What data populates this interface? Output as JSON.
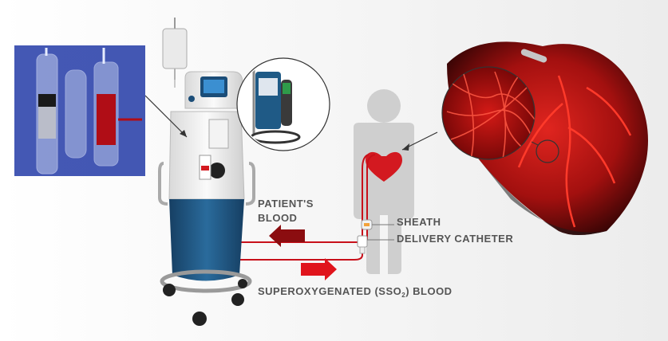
{
  "labels": {
    "patients_blood_line1": "PATIENT'S",
    "patients_blood_line2": "BLOOD",
    "sheath": "SHEATH",
    "delivery_catheter": "DELIVERY CATHETER",
    "sso2_prefix": "SUPEROXYGENATED (SSO",
    "sso2_subscript": "2",
    "sso2_suffix": ") BLOOD"
  },
  "colors": {
    "blood_red": "#c8101a",
    "arrow_dark_red": "#8b0d10",
    "arrow_bright_red": "#e0141c",
    "machine_blue": "#1f5a86",
    "silhouette_gray": "#cfcfcf",
    "label_gray": "#555555",
    "inset_blue": "#3a4fb0"
  },
  "icons": [
    "iv-bag-icon",
    "heart-icon",
    "flow-arrow-left-icon",
    "flow-arrow-right-icon",
    "human-silhouette-icon"
  ]
}
